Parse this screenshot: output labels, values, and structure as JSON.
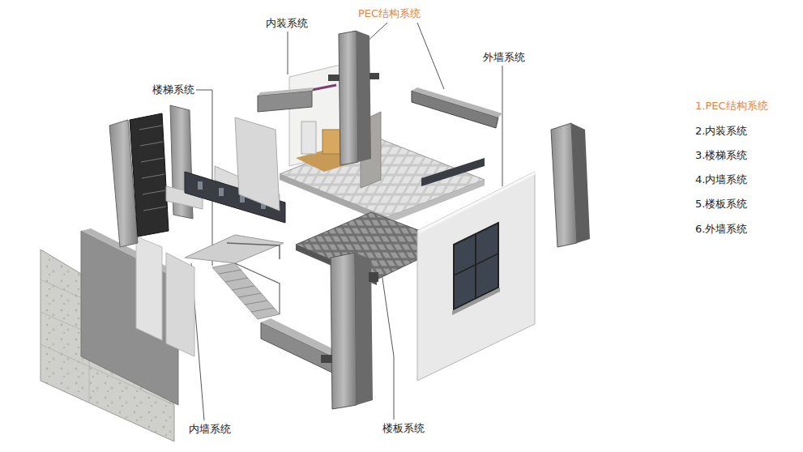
{
  "diagram": {
    "labels": [
      "PEC结构系统",
      "内装系统",
      "外墙系统",
      "楼梯系统",
      "内墙系统",
      "楼板系统",
      "1.PEC结构系统",
      "2.内装系统",
      "3.楼梯系统",
      "4.内墙系统",
      "5.楼板系统",
      "6.外墙系统"
    ]
  }
}
